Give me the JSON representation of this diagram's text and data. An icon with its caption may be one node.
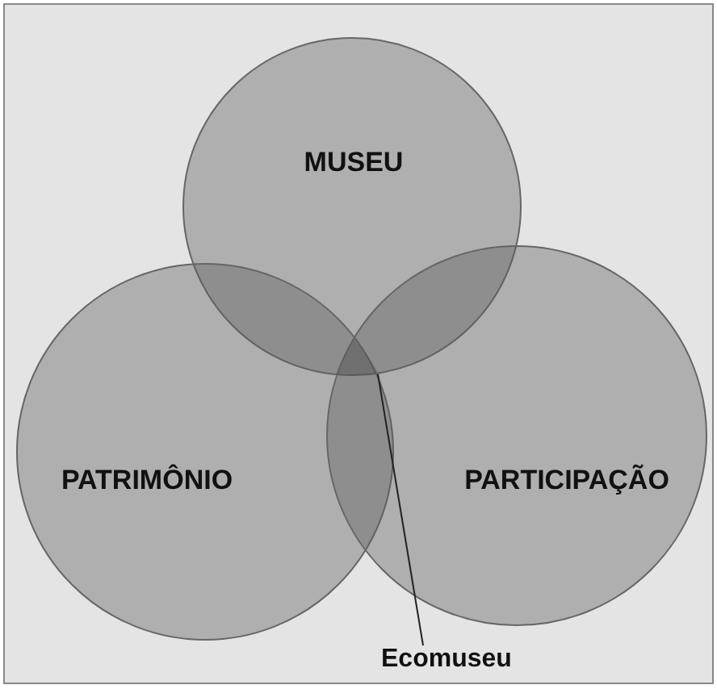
{
  "diagram": {
    "nodes": [
      {
        "text": [
          "MUSEU"
        ]
      },
      {
        "text": [
          "PATRIMÔNIO"
        ]
      },
      {
        "text": [
          "PARTICIPAÇÃO"
        ]
      },
      {
        "text": [
          "Ecomuseu"
        ]
      },
      {
        "text": [],
        "shape": "region"
      }
    ],
    "edges": [
      {
        "from": 3,
        "to": 4,
        "arrow": "none"
      }
    ]
  }
}
